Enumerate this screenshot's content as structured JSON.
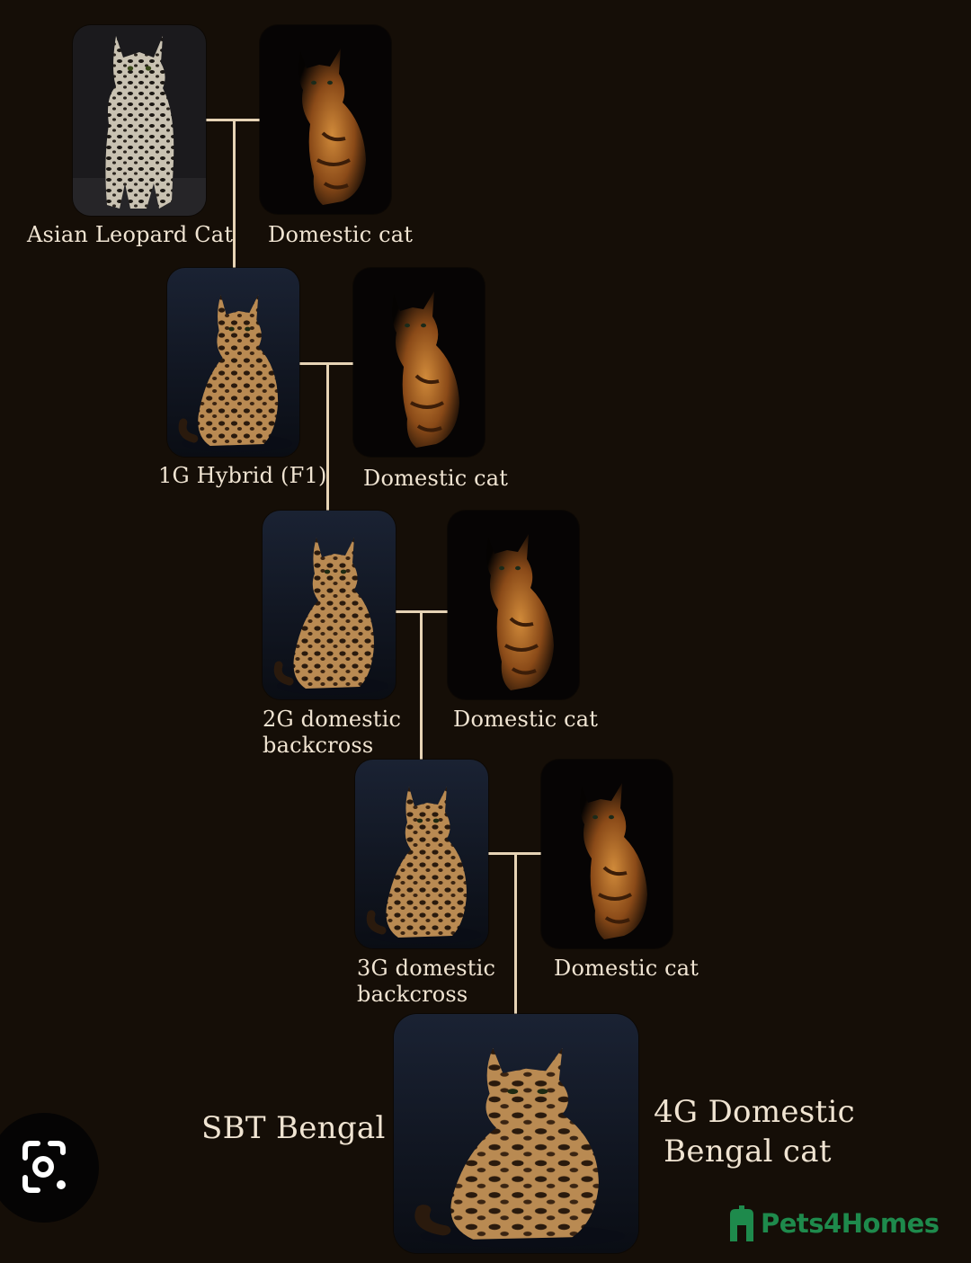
{
  "generations": [
    {
      "hybrid_label": "Asian Leopard Cat",
      "domestic_label": "Domestic cat"
    },
    {
      "hybrid_label": "1G Hybrid (F1)",
      "domestic_label": "Domestic cat"
    },
    {
      "hybrid_label": "2G domestic\nbackcross",
      "domestic_label": "Domestic cat"
    },
    {
      "hybrid_label": "3G domestic\nbackcross",
      "domestic_label": "Domestic cat"
    }
  ],
  "result": {
    "left_label": "SBT Bengal",
    "right_label": "4G Domestic\n Bengal cat"
  },
  "brand": {
    "name": "Pets4Homes",
    "color": "#1e8a4c"
  },
  "lens_button": {
    "icon": "image-search-icon"
  },
  "colors": {
    "background": "#150e07",
    "connector": "#e6d3b5",
    "label": "#f0e4d2"
  }
}
